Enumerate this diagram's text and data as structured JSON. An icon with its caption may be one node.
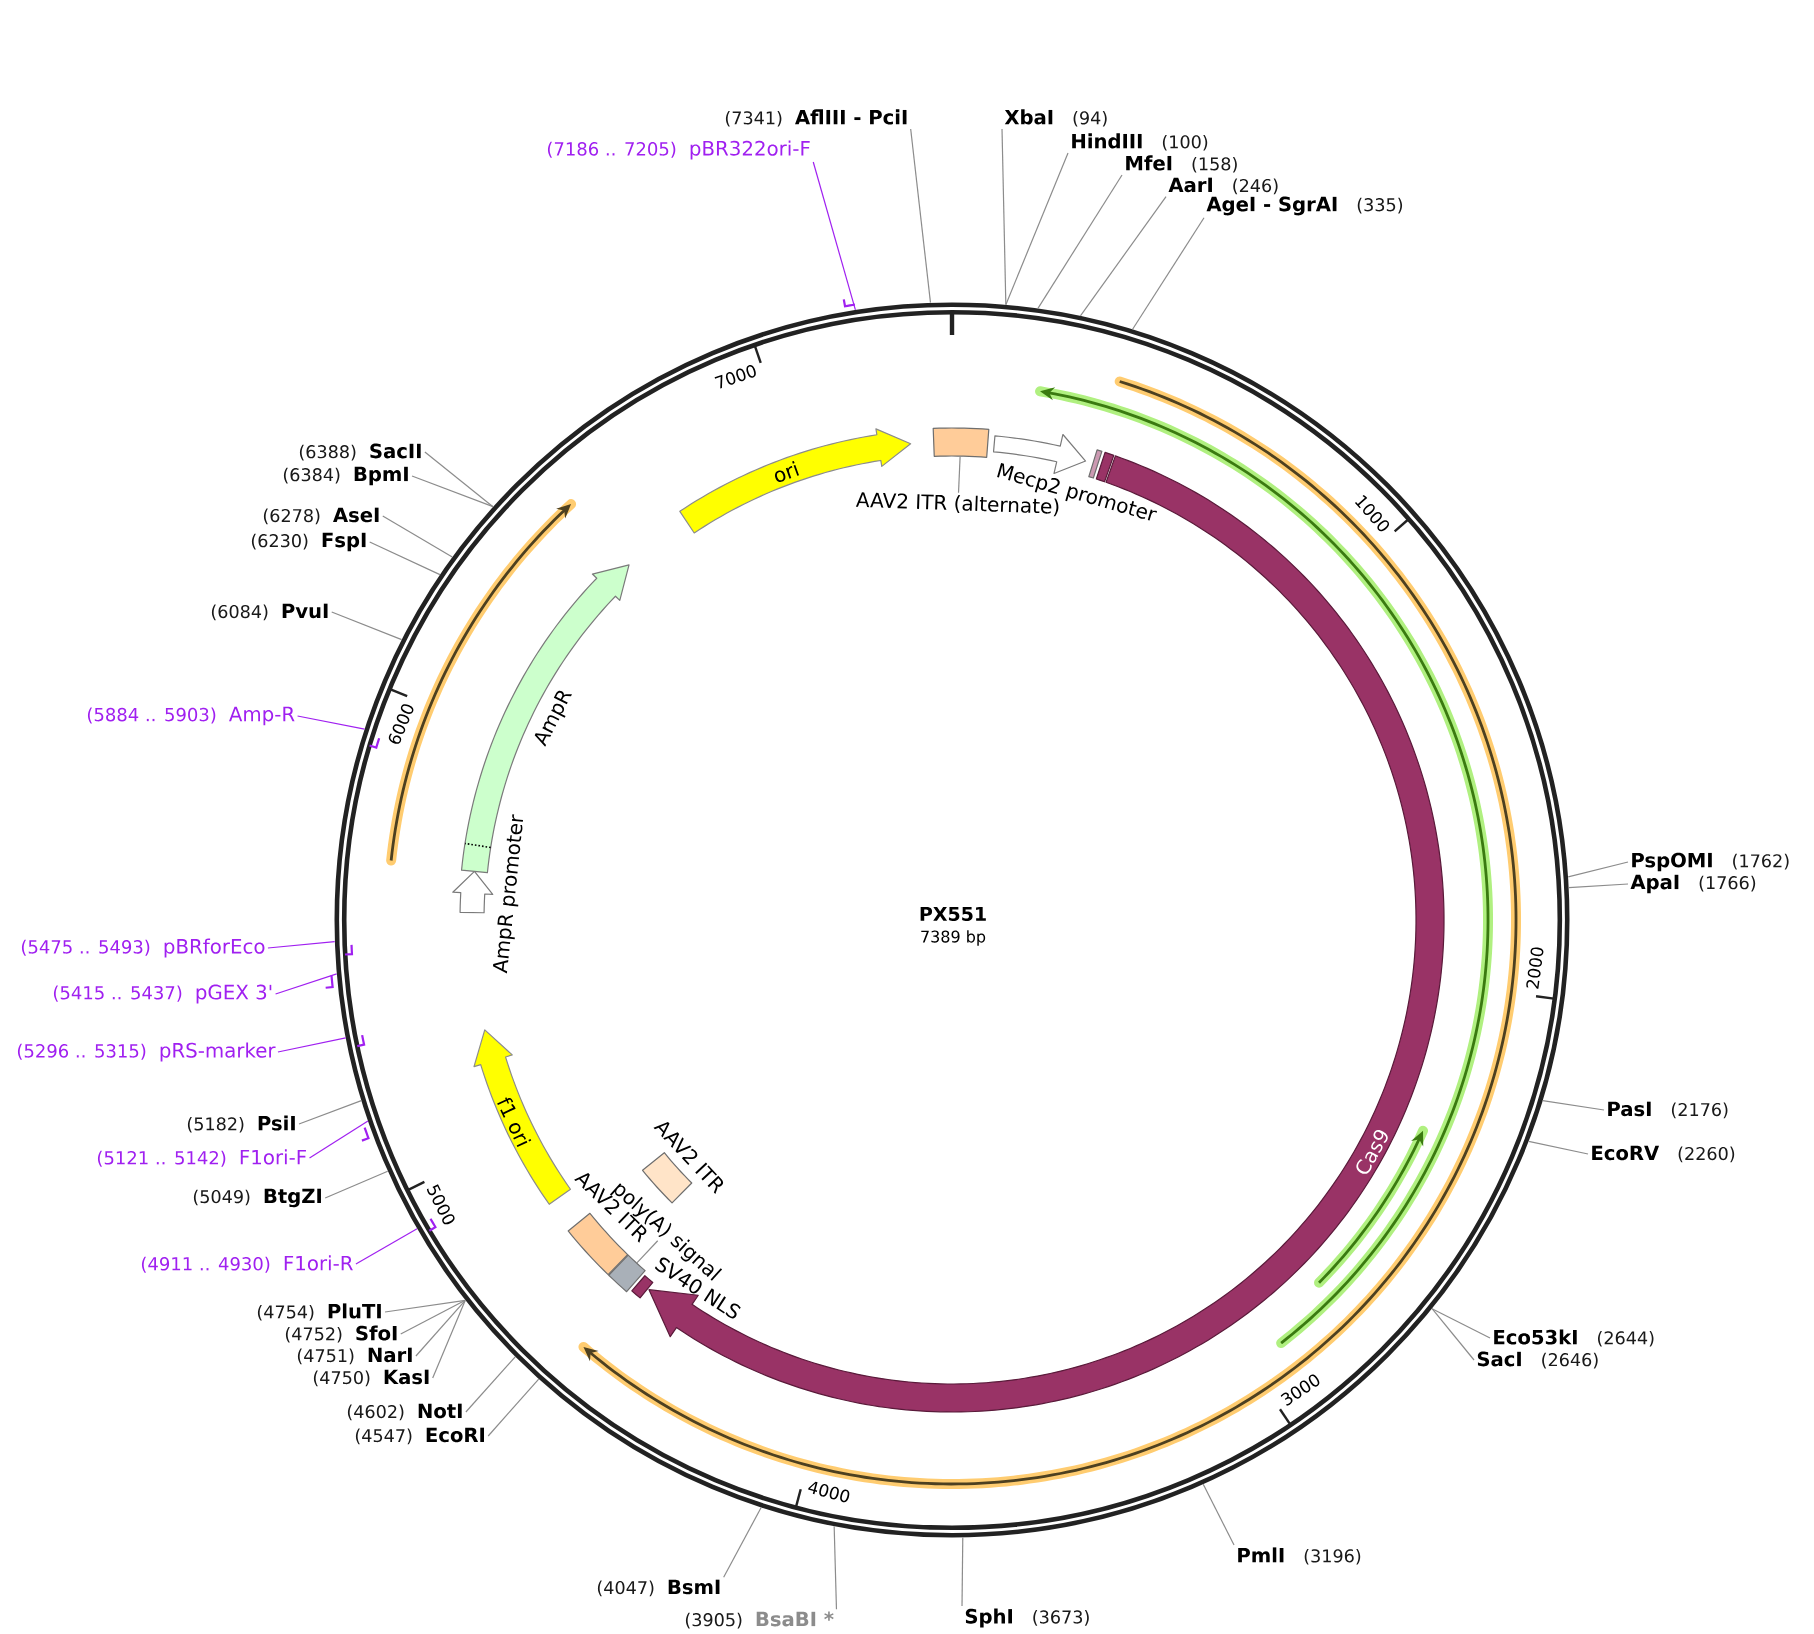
{
  "diagram": {
    "title": "PX551",
    "nodes": [
      {
        "text": [],
        "shape": "circle"
      },
      {
        "text": [
          "ori"
        ],
        "in": 0
      },
      {
        "text": [],
        "shape": "box",
        "in": 0
      },
      {
        "text": [
          "AAV2 ITR (alternate)"
        ],
        "in": 0
      },
      {
        "text": [],
        "shape": "arrow",
        "beside": [
          "Mecp2 promoter"
        ],
        "in": 0
      },
      {
        "text": [],
        "shape": "box",
        "in": 0
      },
      {
        "text": [],
        "shape": "box",
        "in": 0
      },
      {
        "text": [
          "Cas9"
        ],
        "in": 0
      },
      {
        "text": [],
        "shape": "box",
        "beside": [
          "SV40 NLS"
        ],
        "in": 0
      },
      {
        "text": [],
        "shape": "box",
        "in": 0
      },
      {
        "text": [
          "poly(A) signal"
        ],
        "in": 0
      },
      {
        "text": [],
        "shape": "box",
        "beside": [
          "AAV2 ITR"
        ],
        "in": 0
      },
      {
        "text": [],
        "shape": "box",
        "beside": [
          "AAV2 ITR"
        ],
        "in": 0
      },
      {
        "text": [
          "f1 ori"
        ],
        "in": 0
      },
      {
        "text": [],
        "shape": "arrow",
        "beside": [
          "AmpR promoter"
        ],
        "in": 0
      },
      {
        "text": [],
        "shape": "arrow",
        "beside": [
          "AmpR"
        ],
        "in": 0
      },
      {
        "text": [
          "(7341)",
          "AflIII - PciI"
        ]
      },
      {
        "text": [
          "(7186 .. 7205)",
          "pBR322ori-F"
        ]
      },
      {
        "text": [
          "XbaI",
          "(94)"
        ]
      },
      {
        "text": [
          "HindIII",
          "(100)"
        ]
      },
      {
        "text": [
          "MfeI",
          "(158)"
        ]
      },
      {
        "text": [
          "AarI",
          "(246)"
        ]
      },
      {
        "text": [
          "AgeI - SgrAI",
          "(335)"
        ]
      },
      {
        "text": [
          "PspOMI",
          "(1762)"
        ]
      },
      {
        "text": [
          "ApaI",
          "(1766)"
        ]
      },
      {
        "text": [
          "PasI",
          "(2176)"
        ]
      },
      {
        "text": [
          "EcoRV",
          "(2260)"
        ]
      },
      {
        "text": [
          "Eco53kI",
          "(2644)"
        ]
      },
      {
        "text": [
          "SacI",
          "(2646)"
        ]
      },
      {
        "text": [
          "PmlI",
          "(3196)"
        ]
      },
      {
        "text": [
          "SphI",
          "(3673)"
        ]
      },
      {
        "text": [
          "(3905)",
          "BsaBI *"
        ]
      },
      {
        "text": [
          "(4047)",
          "BsmI"
        ]
      },
      {
        "text": [
          "(4547)",
          "EcoRI"
        ]
      },
      {
        "text": [
          "(4602)",
          "NotI"
        ]
      },
      {
        "text": [
          "(4750)",
          "KasI"
        ]
      },
      {
        "text": [
          "(4751)",
          "NarI"
        ]
      },
      {
        "text": [
          "(4752)",
          "SfoI"
        ]
      },
      {
        "text": [
          "(4754)",
          "PluTI"
        ]
      },
      {
        "text": [
          "(4911 .. 4930)",
          "F1ori-R"
        ]
      },
      {
        "text": [
          "(5049)",
          "BtgZI"
        ]
      },
      {
        "text": [
          "(5121 .. 5142)",
          "F1ori-F"
        ]
      },
      {
        "text": [
          "(5182)",
          "PsiI"
        ]
      },
      {
        "text": [
          "(5296 .. 5315)",
          "pRS-marker"
        ]
      },
      {
        "text": [
          "(5415 .. 5437)",
          "pGEX 3'"
        ]
      },
      {
        "text": [
          "(5475 .. 5493)",
          "pBRforEco"
        ]
      },
      {
        "text": [
          "(5884 .. 5903)",
          "Amp-R"
        ]
      },
      {
        "text": [
          "(6084)",
          "PvuI"
        ]
      },
      {
        "text": [
          "(6230)",
          "FspI"
        ]
      },
      {
        "text": [
          "(6278)",
          "AseI"
        ]
      },
      {
        "text": [
          "(6384)",
          "BpmI"
        ]
      },
      {
        "text": [
          "(6388)",
          "SacII"
        ]
      }
    ],
    "edges": [
      {
        "from": 3,
        "to": 2,
        "arrow": "none"
      },
      {
        "from": 10,
        "to": 9,
        "arrow": "none"
      },
      {
        "from": 16,
        "to": 0,
        "arrow": "none"
      },
      {
        "from": 17,
        "to": 0,
        "arrow": "none",
        "color": "#a020f0"
      },
      {
        "from": 18,
        "to": 0,
        "arrow": "none"
      },
      {
        "from": 19,
        "to": 0,
        "arrow": "none"
      },
      {
        "from": 20,
        "to": 0,
        "arrow": "none"
      },
      {
        "from": 21,
        "to": 0,
        "arrow": "none"
      },
      {
        "from": 22,
        "to": 0,
        "arrow": "none"
      },
      {
        "from": 23,
        "to": 0,
        "arrow": "none"
      },
      {
        "from": 24,
        "to": 0,
        "arrow": "none"
      },
      {
        "from": 25,
        "to": 0,
        "arrow": "none"
      },
      {
        "from": 26,
        "to": 0,
        "arrow": "none"
      },
      {
        "from": 27,
        "to": 0,
        "arrow": "none"
      },
      {
        "from": 28,
        "to": 0,
        "arrow": "none"
      },
      {
        "from": 29,
        "to": 0,
        "arrow": "none"
      },
      {
        "from": 30,
        "to": 0,
        "arrow": "none"
      },
      {
        "from": 31,
        "to": 0,
        "arrow": "none"
      },
      {
        "from": 32,
        "to": 0,
        "arrow": "none"
      },
      {
        "from": 33,
        "to": 0,
        "arrow": "none"
      },
      {
        "from": 34,
        "to": 0,
        "arrow": "none"
      },
      {
        "from": 35,
        "to": 0,
        "arrow": "none"
      },
      {
        "from": 36,
        "to": 0,
        "arrow": "none"
      },
      {
        "from": 37,
        "to": 0,
        "arrow": "none"
      },
      {
        "from": 38,
        "to": 0,
        "arrow": "none"
      },
      {
        "from": 39,
        "to": 0,
        "arrow": "none",
        "color": "#a020f0"
      },
      {
        "from": 40,
        "to": 0,
        "arrow": "none"
      },
      {
        "from": 41,
        "to": 0,
        "arrow": "none",
        "color": "#a020f0"
      },
      {
        "from": 42,
        "to": 0,
        "arrow": "none"
      },
      {
        "from": 43,
        "to": 0,
        "arrow": "none",
        "color": "#a020f0"
      },
      {
        "from": 44,
        "to": 0,
        "arrow": "none",
        "color": "#a020f0"
      },
      {
        "from": 45,
        "to": 0,
        "arrow": "none",
        "color": "#a020f0"
      },
      {
        "from": 46,
        "to": 0,
        "arrow": "none",
        "color": "#a020f0"
      },
      {
        "from": 47,
        "to": 0,
        "arrow": "none"
      },
      {
        "from": 48,
        "to": 0,
        "arrow": "none"
      },
      {
        "from": 49,
        "to": 0,
        "arrow": "none"
      },
      {
        "from": 50,
        "to": 0,
        "arrow": "none"
      },
      {
        "from": 51,
        "to": 0,
        "arrow": "none"
      }
    ],
    "labels": [
      "7389 bp",
      "1000",
      "2000",
      "3000",
      "4000",
      "5000",
      "6000",
      "7000"
    ]
  }
}
